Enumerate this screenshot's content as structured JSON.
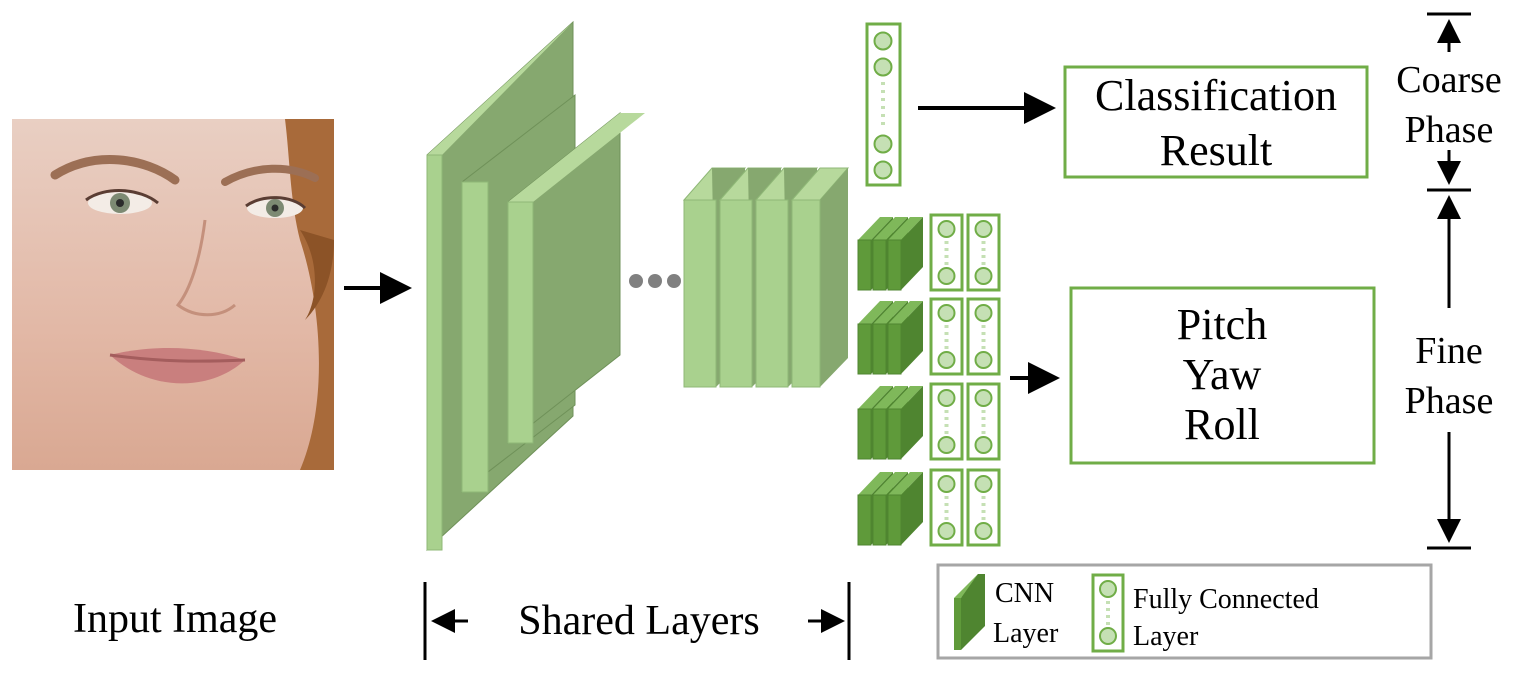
{
  "input": {
    "caption": "Input Image",
    "picture": "face-photo"
  },
  "shared": {
    "caption": "Shared Layers"
  },
  "outputs": {
    "classification": {
      "line1": "Classification",
      "line2": "Result"
    },
    "angles": {
      "line1": "Pitch",
      "line2": "Yaw",
      "line3": "Roll"
    }
  },
  "phases": {
    "coarse": {
      "line1": "Coarse",
      "line2": "Phase"
    },
    "fine": {
      "line1": "Fine",
      "line2": "Phase"
    }
  },
  "legend": {
    "cnn": {
      "line1": "CNN",
      "line2": "Layer"
    },
    "fc": {
      "line1": "Fully Connected",
      "line2": "Layer"
    }
  },
  "colors": {
    "layer_front": "#a9d18e",
    "layer_side": "#86a86f",
    "cnn_dark": "#5f9a3a",
    "fc_border": "#70ad47",
    "fc_circle": "#c5e0b4",
    "legend_border": "#a6a6a6",
    "ellipsis_dots": "#808080"
  }
}
